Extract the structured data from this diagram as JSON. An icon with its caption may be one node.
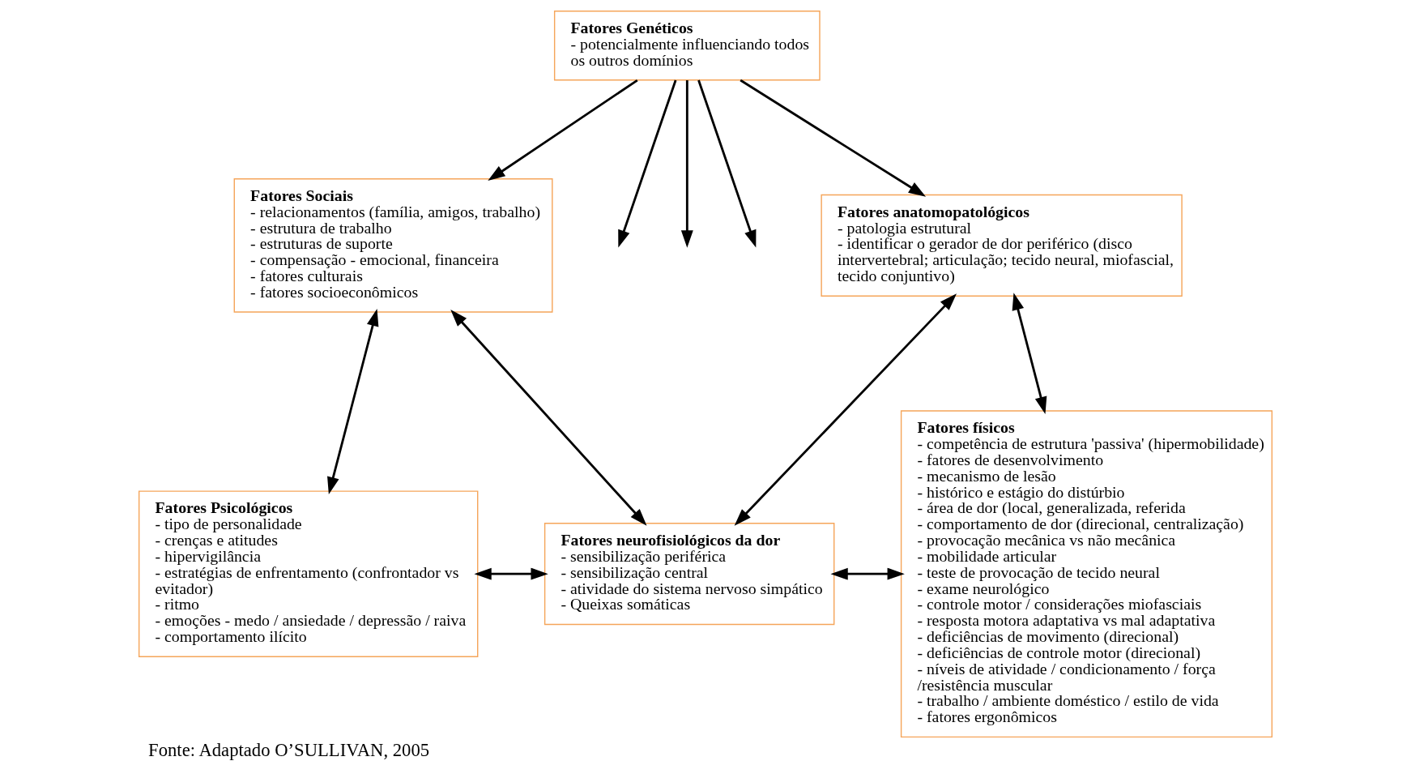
{
  "diagram": {
    "caption": "Fonte: Adaptado O’SULLIVAN, 2005",
    "nodes": [
      {
        "text": [
          "Fatores Sociais",
          "- relacionamentos (família, amigos, trabalho)",
          "- estrutura de trabalho",
          "- estruturas de suporte",
          "- compensação - emocional, financeira",
          "- fatores culturais",
          "- fatores socioeconômicos"
        ]
      },
      {
        "text": [
          "Fatores Genéticos",
          "- potencialmente influenciando todos os outros domínios"
        ]
      },
      {
        "text": [
          "Fatores anatomopatológicos",
          "- patologia estrutural",
          "- identificar o gerador de dor periférico (disco intervertebral; articulação; tecido neural, miofascial, tecido conjuntivo)"
        ]
      },
      {
        "text": [
          "Fatores Psicológicos",
          "- tipo de personalidade",
          "- crenças e atitudes",
          "- hipervigilância",
          "- estratégias de enfrentamento (confrontador vs evitador)",
          "- ritmo",
          "- emoções - medo / ansiedade / depressão / raiva",
          "- comportamento ilícito"
        ]
      },
      {
        "text": [
          "Fatores neurofisiológicos da dor",
          "- sensibilização periférica",
          "- sensibilização central",
          "- atividade do sistema nervoso simpático",
          "- Queixas somáticas"
        ]
      },
      {
        "text": [
          "Fatores físicos",
          "- competência de estrutura 'passiva' (hipermobilidade)",
          "- fatores de desenvolvimento",
          "- mecanismo de lesão",
          "- histórico e estágio do distúrbio",
          "- área de dor (local, generalizada, referida",
          "- comportamento de dor (direcional, centralização)",
          "- provocação mecânica vs não mecânica",
          "- mobilidade articular",
          "- teste de provocação de tecido neural",
          "- exame neurológico",
          "- controle motor / considerações miofasciais",
          "- resposta motora adaptativa vs mal adaptativa",
          "- deficiências de movimento (direcional)",
          "- deficiências de controle motor (direcional)",
          "- níveis de atividade / condicionamento / força /resistência muscular",
          "- trabalho / ambiente doméstico / estilo de vida",
          "- fatores ergonômicos"
        ]
      }
    ],
    "edges": [
      {
        "from": 1,
        "to": 0,
        "arrow": "to"
      },
      {
        "from": 1,
        "to": 2,
        "arrow": "to"
      },
      {
        "from": 1,
        "to": null,
        "arrow": "to"
      },
      {
        "from": 1,
        "to": null,
        "arrow": "to"
      },
      {
        "from": 1,
        "to": null,
        "arrow": "to"
      },
      {
        "from": 2,
        "to": 5,
        "arrow": "both"
      },
      {
        "from": 0,
        "to": 3,
        "arrow": "both"
      },
      {
        "from": 0,
        "to": 4,
        "arrow": "both"
      },
      {
        "from": 2,
        "to": 4,
        "arrow": "both"
      },
      {
        "from": 3,
        "to": 4,
        "arrow": "both"
      },
      {
        "from": 4,
        "to": 5,
        "arrow": "both"
      }
    ]
  }
}
